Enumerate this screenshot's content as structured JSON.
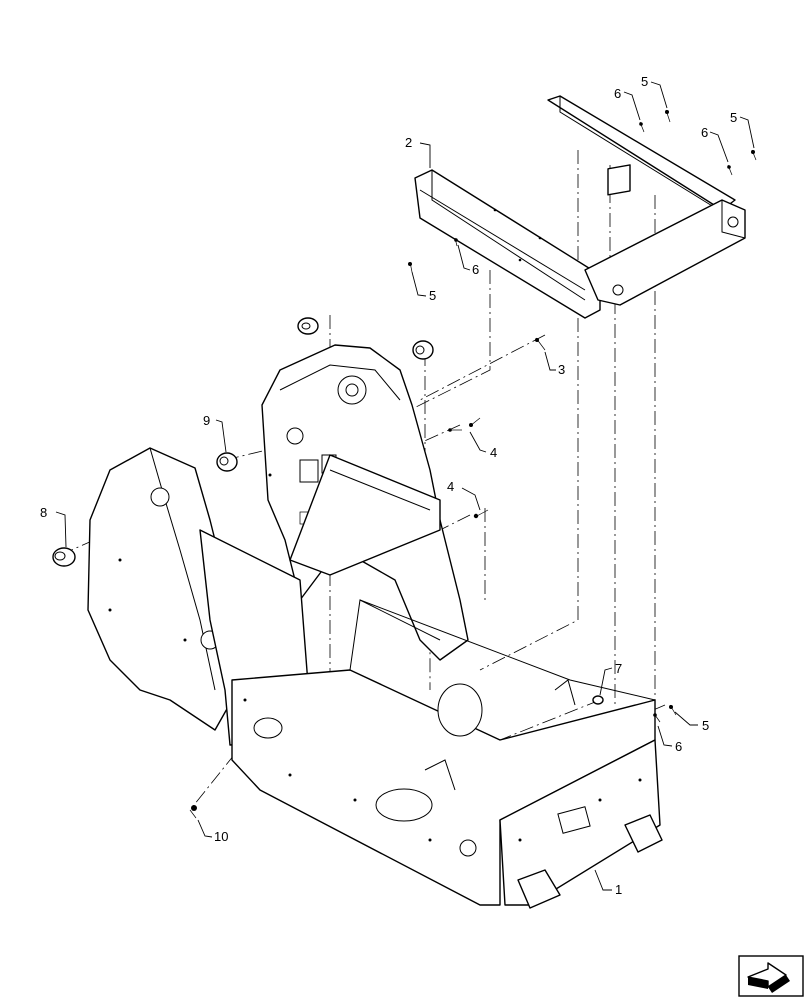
{
  "callouts": {
    "c1": "1",
    "c2": "2",
    "c3": "3",
    "c4a": "4",
    "c4b": "4",
    "c5a": "5",
    "c5b": "5",
    "c5c": "5",
    "c5d": "5",
    "c6a": "6",
    "c6b": "6",
    "c6c": "6",
    "c6d": "6",
    "c7": "7",
    "c8": "8",
    "c9": "9",
    "c10": "10"
  },
  "nav_icon": "next-page-arrow-icon"
}
